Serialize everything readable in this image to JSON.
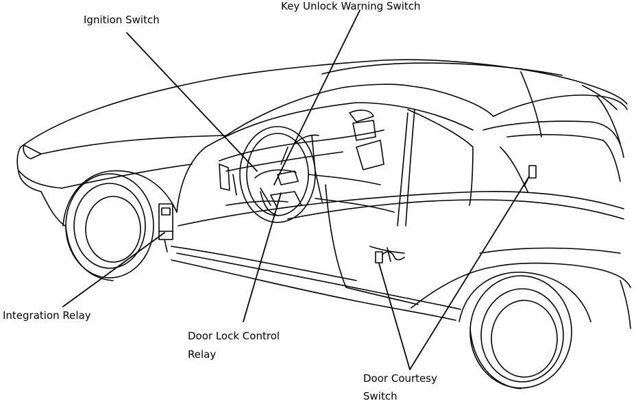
{
  "labels": {
    "ignition_switch": "Ignition Switch",
    "key_unlock_warning_switch": "Key Unlock Warning Switch",
    "integration_relay": "Integration Relay",
    "door_lock_control_relay": "Door Lock Control\nRelay",
    "door_courtesy_switch": "Door Courtesy\nSwitch"
  },
  "colors": {
    "line": "#000000",
    "background": "#ffffff"
  }
}
